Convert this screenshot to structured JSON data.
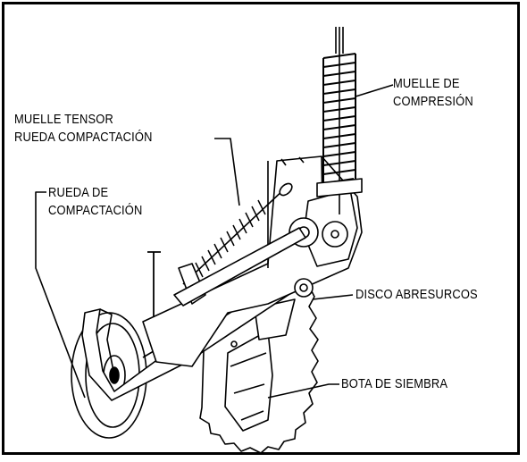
{
  "labels": {
    "muelle_compresion_l1": "MUELLE DE",
    "muelle_compresion_l2": "COMPRESIÓN",
    "muelle_tensor_l1": "MUELLE TENSOR",
    "muelle_tensor_l2": "RUEDA COMPACTACIÓN",
    "rueda_l1": "RUEDA DE",
    "rueda_l2": "COMPACTACIÓN",
    "disco": "DISCO ABRESURCOS",
    "bota": "BOTA DE SIEMBRA"
  }
}
